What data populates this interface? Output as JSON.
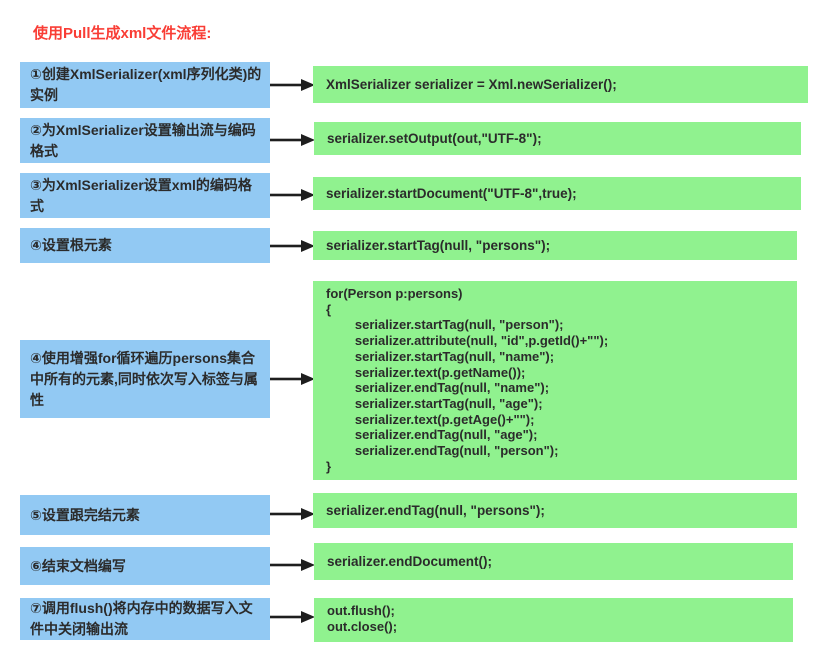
{
  "title": "使用Pull生成xml文件流程:",
  "colors": {
    "step_box_blue": "#92c9f3",
    "code_box_green": "#90f28f",
    "title_red": "#f93d35",
    "arrow_black": "#1e1e1e",
    "text_dark": "#2b2b2b",
    "background": "#ffffff"
  },
  "rows": [
    {
      "step": "①创建XmlSerializer(xml序列化类)的实例",
      "code": "XmlSerializer serializer = Xml.newSerializer();"
    },
    {
      "step": "②为XmlSerializer设置输出流与编码格式",
      "code": "serializer.setOutput(out,\"UTF-8\");"
    },
    {
      "step": "③为XmlSerializer设置xml的编码格式",
      "code": "serializer.startDocument(\"UTF-8\",true);"
    },
    {
      "step": "④设置根元素",
      "code": "serializer.startTag(null, \"persons\");"
    },
    {
      "step": "④使用增强for循环遍历persons集合中所有的元素,同时依次写入标签与属性",
      "code": "for(Person p:persons)\n{\n        serializer.startTag(null, \"person\");\n        serializer.attribute(null, \"id\",p.getId()+\"\");\n        serializer.startTag(null, \"name\");\n        serializer.text(p.getName());\n        serializer.endTag(null, \"name\");\n        serializer.startTag(null, \"age\");\n        serializer.text(p.getAge()+\"\");\n        serializer.endTag(null, \"age\");\n        serializer.endTag(null, \"person\");\n}"
    },
    {
      "step": "⑤设置跟完结元素",
      "code": "serializer.endTag(null, \"persons\");"
    },
    {
      "step": "⑥结束文档编写",
      "code": "serializer.endDocument();"
    },
    {
      "step": "⑦调用flush()将内存中的数据写入文件中关闭输出流",
      "code": "out.flush();\nout.close();"
    }
  ]
}
